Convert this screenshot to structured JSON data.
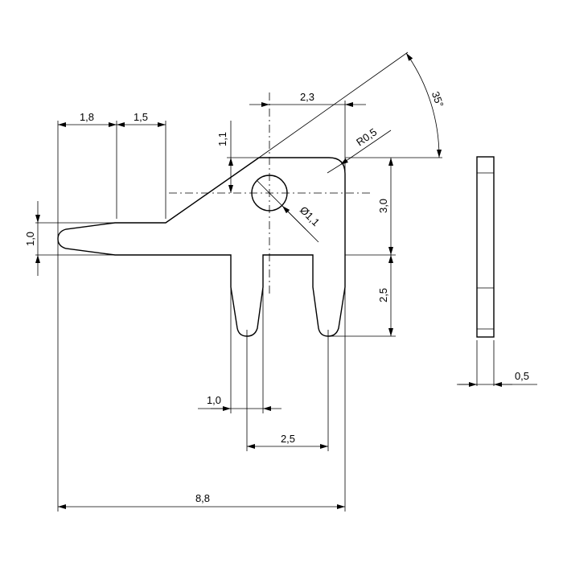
{
  "dimensions": {
    "finger_length": "1,8",
    "shoulder_length": "1,5",
    "hole_offset_x": "2,3",
    "hole_offset_y": "1,1",
    "corner_radius": "R0,5",
    "hole_diameter": "Ø1,1",
    "body_height": "3,0",
    "prong_length": "2,5",
    "finger_width": "1,0",
    "prong_width": "1,0",
    "prong_pitch": "2,5",
    "overall_width": "8,8",
    "thickness": "0,5",
    "angle": "35°"
  }
}
